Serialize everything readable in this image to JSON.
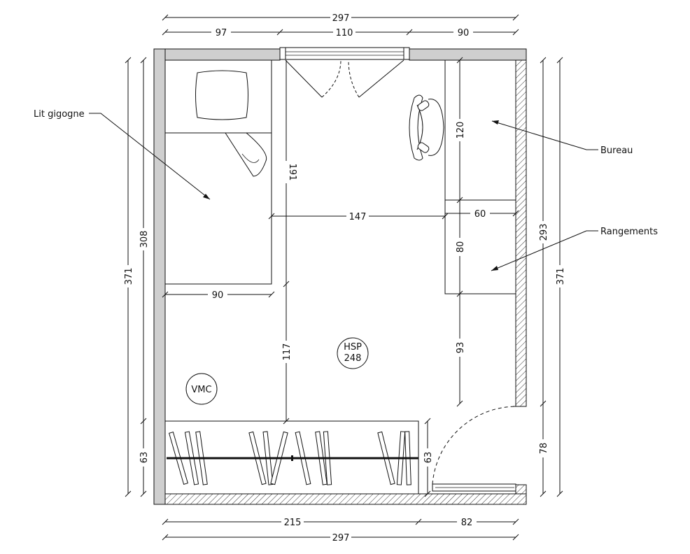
{
  "labels": {
    "bed": "Lit gigogne",
    "desk": "Bureau",
    "storage": "Rangements",
    "hsp_title": "HSP",
    "hsp_value": "248",
    "vmc": "VMC"
  },
  "dimensions": {
    "top_total": "297",
    "top_left": "97",
    "top_window": "110",
    "top_right": "90",
    "bottom_left": "215",
    "bottom_right": "82",
    "bottom_total": "297",
    "left_outer": "371",
    "left_inner": "308",
    "left_bottom": "63",
    "right_inner": "293",
    "right_bottom": "78",
    "right_outer": "371",
    "bed_length": "191",
    "bed_width": "90",
    "bed_to_storage": "147",
    "aisle_to_wardrobe": "117",
    "desk_length": "120",
    "storage_depth": "60",
    "storage_length": "80",
    "storage_to_door": "93",
    "wardrobe_depth": "63"
  }
}
